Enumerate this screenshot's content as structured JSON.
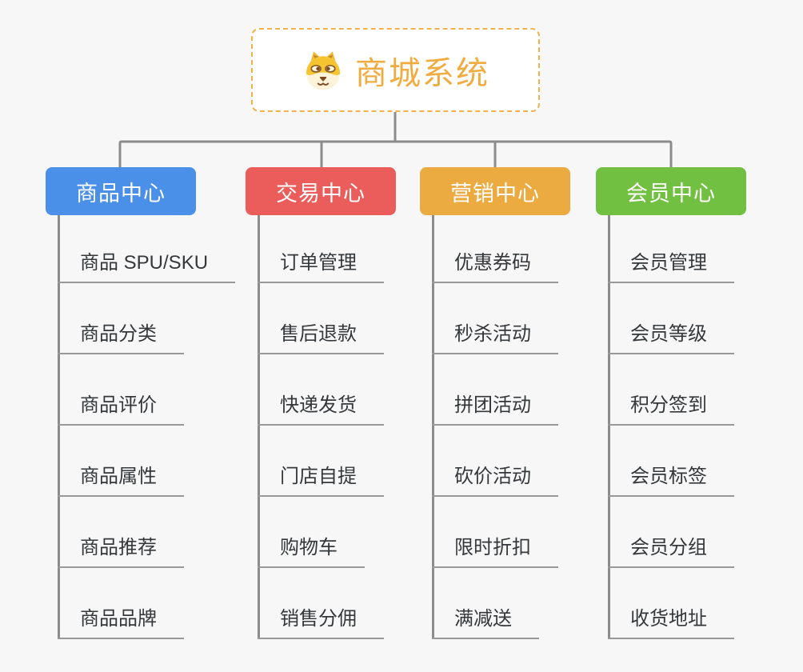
{
  "root": {
    "title": "商城系统",
    "icon": "dog-face-icon"
  },
  "branches": [
    {
      "label": "商品中心",
      "color": "#4b90e8",
      "children": [
        "商品 SPU/SKU",
        "商品分类",
        "商品评价",
        "商品属性",
        "商品推荐",
        "商品品牌"
      ]
    },
    {
      "label": "交易中心",
      "color": "#ea5d5b",
      "children": [
        "订单管理",
        "售后退款",
        "快递发货",
        "门店自提",
        "购物车",
        "销售分佣"
      ]
    },
    {
      "label": "营销中心",
      "color": "#ecab41",
      "children": [
        "优惠券码",
        "秒杀活动",
        "拼团活动",
        "砍价活动",
        "限时折扣",
        "满减送"
      ]
    },
    {
      "label": "会员中心",
      "color": "#72c041",
      "children": [
        "会员管理",
        "会员等级",
        "积分签到",
        "会员标签",
        "会员分组",
        "收货地址"
      ]
    }
  ],
  "colors": {
    "background": "#f7f7f7",
    "connector": "#8c8c8c",
    "leaf_line": "#999999",
    "leaf_text": "#35383b",
    "root_border": "#f0b24a",
    "root_text": "#f0ac40"
  }
}
